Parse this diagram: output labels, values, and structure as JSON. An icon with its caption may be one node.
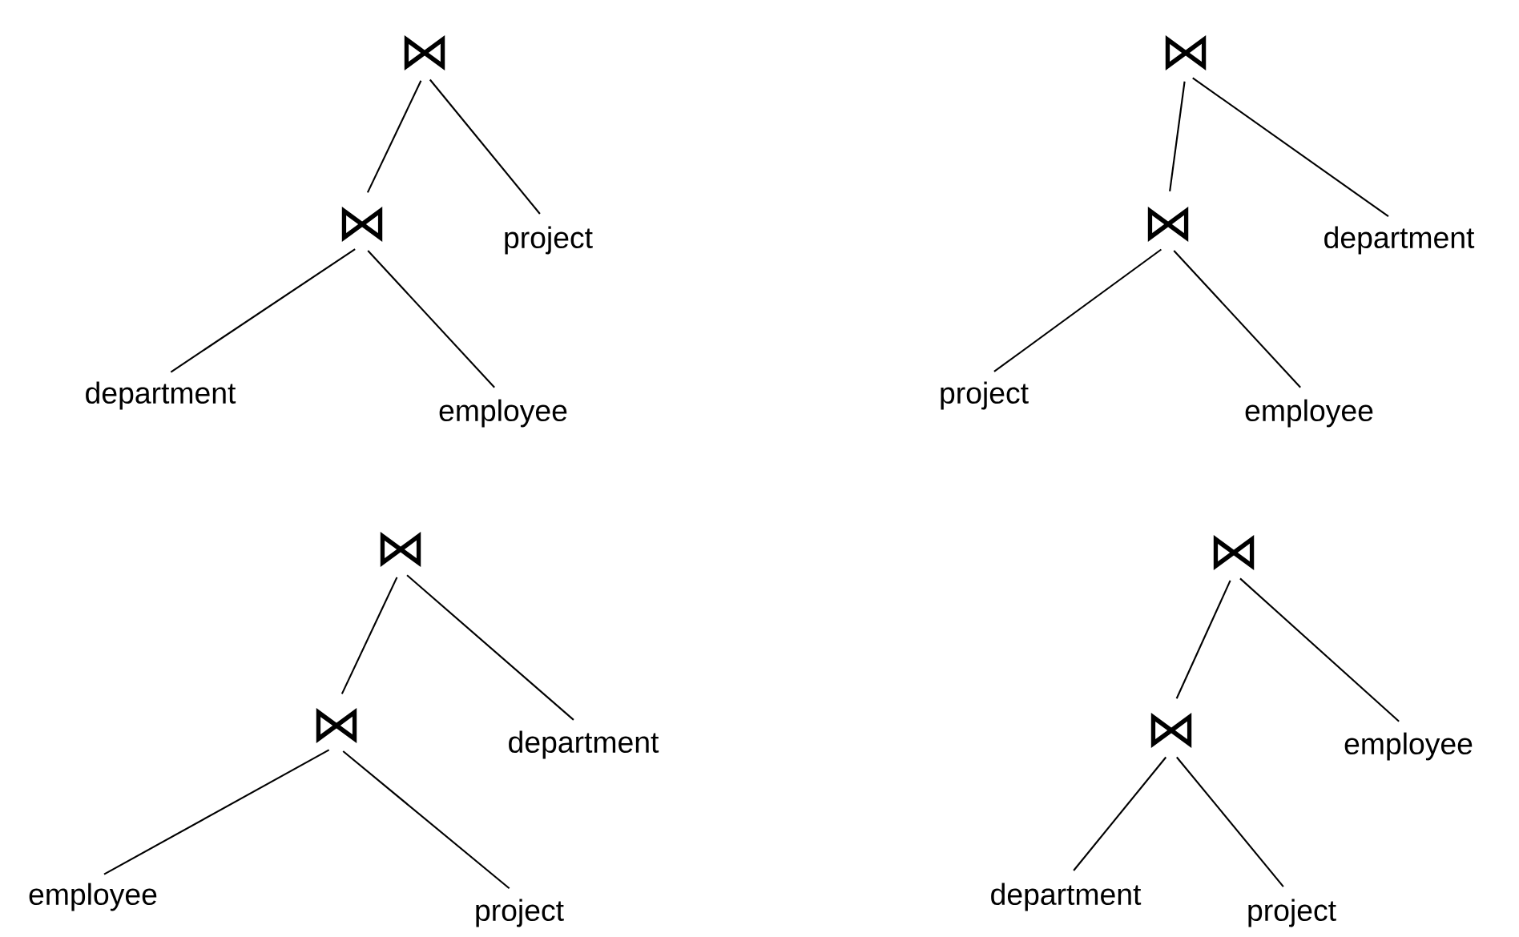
{
  "diagram": {
    "nodes": [
      {
        "text": [
          "⋈"
        ]
      },
      {
        "text": [
          "⋈"
        ]
      },
      {
        "text": [
          "project"
        ]
      },
      {
        "text": [
          "department"
        ]
      },
      {
        "text": [
          "employee"
        ]
      },
      {
        "text": [
          "⋈"
        ]
      },
      {
        "text": [
          "⋈"
        ]
      },
      {
        "text": [
          "department"
        ]
      },
      {
        "text": [
          "project"
        ]
      },
      {
        "text": [
          "employee"
        ]
      },
      {
        "text": [
          "⋈"
        ]
      },
      {
        "text": [
          "⋈"
        ]
      },
      {
        "text": [
          "department"
        ]
      },
      {
        "text": [
          "employee"
        ]
      },
      {
        "text": [
          "project"
        ]
      },
      {
        "text": [
          "⋈"
        ]
      },
      {
        "text": [
          "⋈"
        ]
      },
      {
        "text": [
          "employee"
        ]
      },
      {
        "text": [
          "department"
        ]
      },
      {
        "text": [
          "project"
        ]
      }
    ],
    "edges": [
      {
        "from": 0,
        "to": 1,
        "arrow": "none"
      },
      {
        "from": 0,
        "to": 2,
        "arrow": "none"
      },
      {
        "from": 1,
        "to": 3,
        "arrow": "none"
      },
      {
        "from": 1,
        "to": 4,
        "arrow": "none"
      },
      {
        "from": 5,
        "to": 6,
        "arrow": "none"
      },
      {
        "from": 5,
        "to": 7,
        "arrow": "none"
      },
      {
        "from": 6,
        "to": 8,
        "arrow": "none"
      },
      {
        "from": 6,
        "to": 9,
        "arrow": "none"
      },
      {
        "from": 10,
        "to": 11,
        "arrow": "none"
      },
      {
        "from": 10,
        "to": 12,
        "arrow": "none"
      },
      {
        "from": 11,
        "to": 13,
        "arrow": "none"
      },
      {
        "from": 11,
        "to": 14,
        "arrow": "none"
      },
      {
        "from": 15,
        "to": 16,
        "arrow": "none"
      },
      {
        "from": 15,
        "to": 17,
        "arrow": "none"
      },
      {
        "from": 16,
        "to": 18,
        "arrow": "none"
      },
      {
        "from": 16,
        "to": 19,
        "arrow": "none"
      }
    ]
  }
}
